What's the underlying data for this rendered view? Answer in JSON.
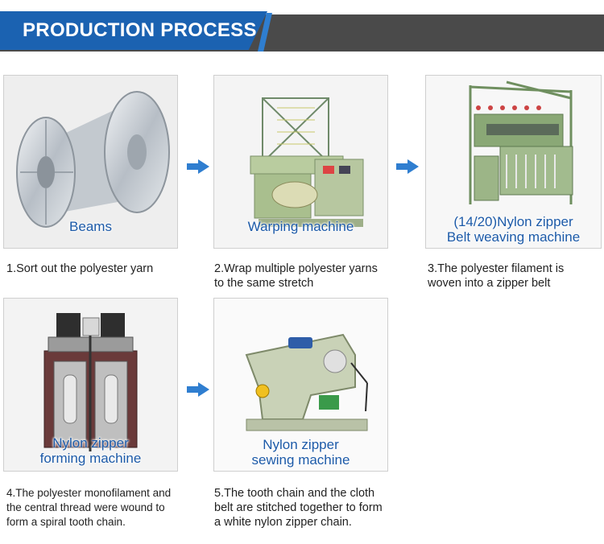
{
  "header": {
    "title": "PRODUCTION PROCESS"
  },
  "steps": [
    {
      "label_lines": [
        "Beams"
      ],
      "description_lines": [
        "1.Sort out the polyester yarn"
      ]
    },
    {
      "label_lines": [
        "Warping machine"
      ],
      "description_lines": [
        "2.Wrap multiple polyester yarns",
        "to the same stretch"
      ]
    },
    {
      "label_lines": [
        "(14/20)Nylon zipper",
        "Belt weaving machine"
      ],
      "description_lines": [
        "3.The polyester filament is",
        "woven into a zipper belt"
      ]
    },
    {
      "label_lines": [
        "Nylon zipper",
        "forming machine"
      ],
      "description_lines": [
        "4.The polyester monofilament and",
        "the central thread were wound to",
        "form a spiral tooth chain."
      ]
    },
    {
      "label_lines": [
        "Nylon zipper",
        "sewing machine"
      ],
      "description_lines": [
        "5.The tooth chain and the cloth",
        "belt are stitched together to form",
        "a white nylon zipper chain."
      ]
    }
  ],
  "icons": {
    "arrow": "arrow-right-icon",
    "step1": "beam-spool-icon",
    "step2": "warping-machine-icon",
    "step3": "weaving-machine-icon",
    "step4": "forming-machine-icon",
    "step5": "sewing-machine-icon"
  },
  "colors": {
    "banner": "#1b62b1",
    "header_bar": "#4a4a4a",
    "label": "#1c5aa8",
    "arrow": "#2f7ed0"
  }
}
